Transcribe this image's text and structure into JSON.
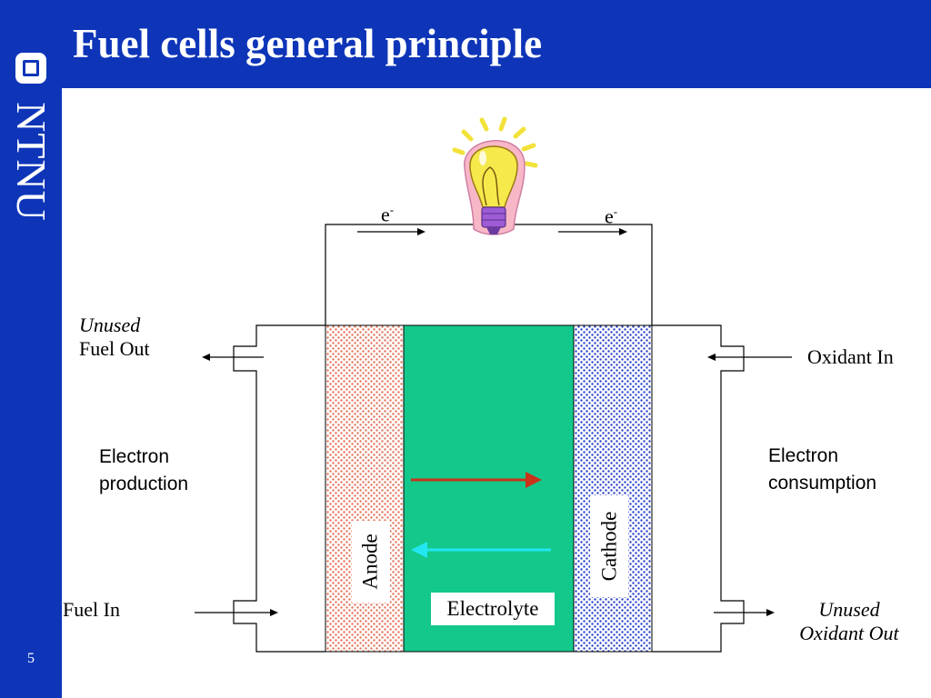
{
  "slide": {
    "title": "Fuel cells general principle",
    "page_number": "5",
    "logo_text": "NTNU"
  },
  "colors": {
    "brand_blue": "#0e35b8",
    "electrolyte": "#14c88c",
    "anode_dots": "#e2735a",
    "cathode_dots": "#2a40c8",
    "arrow_right": "#c8331a",
    "arrow_left": "#22e6f0"
  },
  "diagram": {
    "electron_left": {
      "base": "e",
      "sup": "-"
    },
    "electron_right": {
      "base": "e",
      "sup": "-"
    },
    "unused_fuel_out": {
      "line1": "Unused",
      "line2": "Fuel Out"
    },
    "oxidant_in": "Oxidant In",
    "electron_production": {
      "line1": "Electron",
      "line2": "production"
    },
    "electron_consumption": {
      "line1": "Electron",
      "line2": "consumption"
    },
    "fuel_in": "Fuel In",
    "unused_oxidant_out": {
      "line1": "Unused",
      "line2": "Oxidant Out"
    },
    "anode": "Anode",
    "cathode": "Cathode",
    "electrolyte": "Electrolyte",
    "bulb_icon": "lightbulb-icon"
  }
}
